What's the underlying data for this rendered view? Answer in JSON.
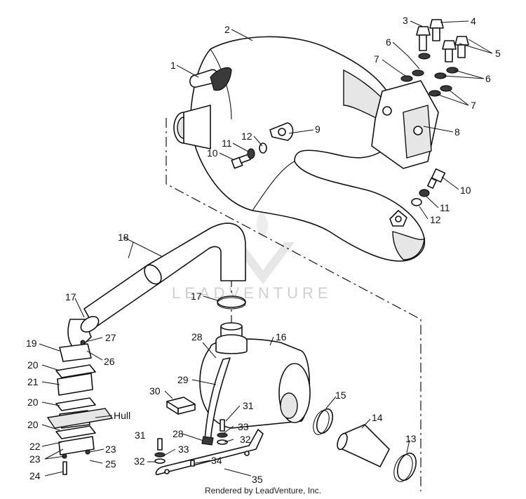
{
  "watermark": "LEADVENTURE",
  "footer": "Rendered by LeadVenture, Inc.",
  "callouts": {
    "c1": "1",
    "c2": "2",
    "c3": "3",
    "c4": "4",
    "c5": "5",
    "c6a": "6",
    "c6b": "6",
    "c7a": "7",
    "c7b": "7",
    "c8": "8",
    "c9": "9",
    "c10a": "10",
    "c10b": "10",
    "c11a": "11",
    "c11b": "11",
    "c12a": "12",
    "c12b": "12",
    "c13": "13",
    "c14": "14",
    "c15": "15",
    "c16": "16",
    "c17a": "17",
    "c17b": "17",
    "c18": "18",
    "c19": "19",
    "c20a": "20",
    "c20b": "20",
    "c20c": "20",
    "c21": "21",
    "c22": "22",
    "c23a": "23",
    "c23b": "23",
    "c24": "24",
    "c25": "25",
    "c26": "26",
    "c27": "27",
    "c28a": "28",
    "c28b": "28",
    "c29": "29",
    "c30": "30",
    "c31a": "31",
    "c31b": "31",
    "c32a": "32",
    "c32b": "32",
    "c33a": "33",
    "c33b": "33",
    "c34": "34",
    "c35": "35",
    "hull": "Hull"
  }
}
